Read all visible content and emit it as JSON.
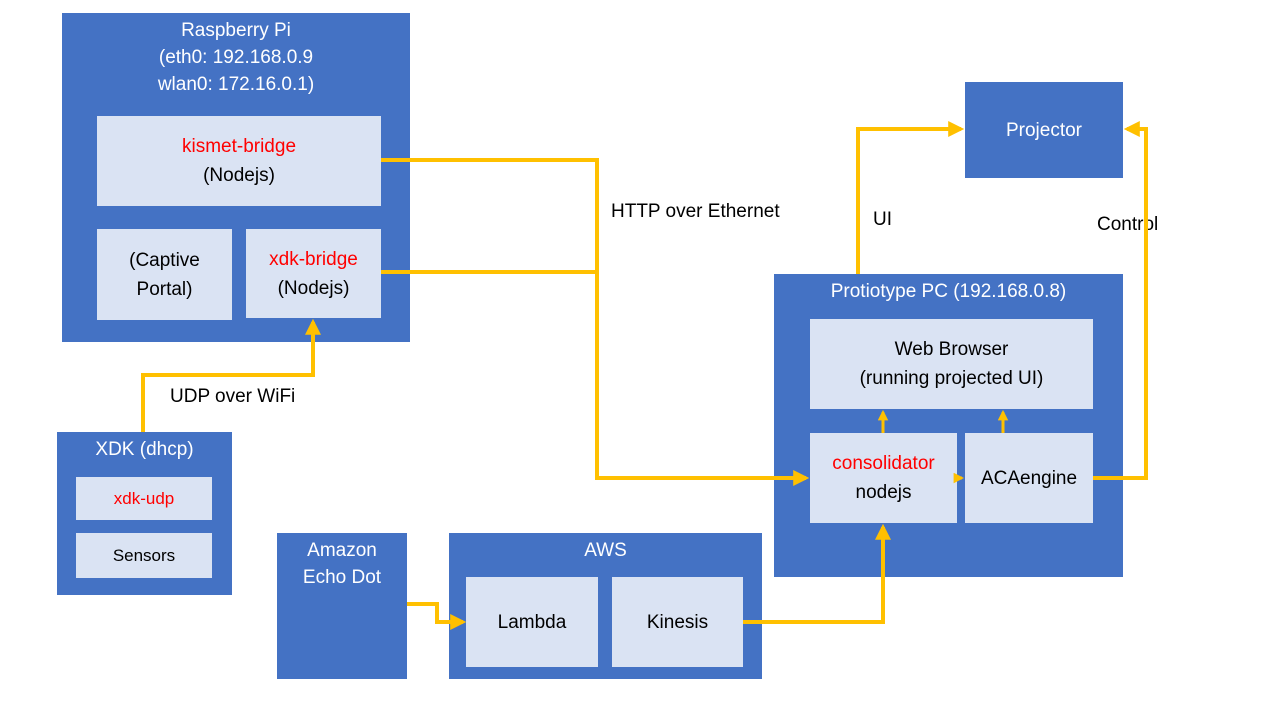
{
  "raspberry_pi": {
    "title": "Raspberry Pi",
    "eth0": "(eth0: 192.168.0.9",
    "wlan0": "wlan0: 172.16.0.1)",
    "kismet_bridge": {
      "name": "kismet-bridge",
      "runtime": "(Nodejs)"
    },
    "captive_portal": {
      "line1": "(Captive",
      "line2": "Portal)"
    },
    "xdk_bridge": {
      "name": "xdk-bridge",
      "runtime": "(Nodejs)"
    }
  },
  "xdk": {
    "title": "XDK (dhcp)",
    "xdk_udp": "xdk-udp",
    "sensors": "Sensors"
  },
  "echo": {
    "line1": "Amazon",
    "line2": "Echo Dot"
  },
  "aws": {
    "title": "AWS",
    "lambda": "Lambda",
    "kinesis": "Kinesis"
  },
  "projector": {
    "title": "Projector"
  },
  "prototype_pc": {
    "title": "Protiotype PC (192.168.0.8)",
    "web_browser": {
      "line1": "Web Browser",
      "line2": "(running projected UI)"
    },
    "consolidator": {
      "name": "consolidator",
      "runtime": "nodejs"
    },
    "aca_engine": "ACAengine"
  },
  "labels": {
    "http": "HTTP over Ethernet",
    "udp": "UDP over WiFi",
    "ui": "UI",
    "control": "Control"
  },
  "colors": {
    "outer_box": "#4472c4",
    "inner_box": "#dae3f3",
    "connector": "#ffc000",
    "highlight_text": "#ff0000"
  }
}
